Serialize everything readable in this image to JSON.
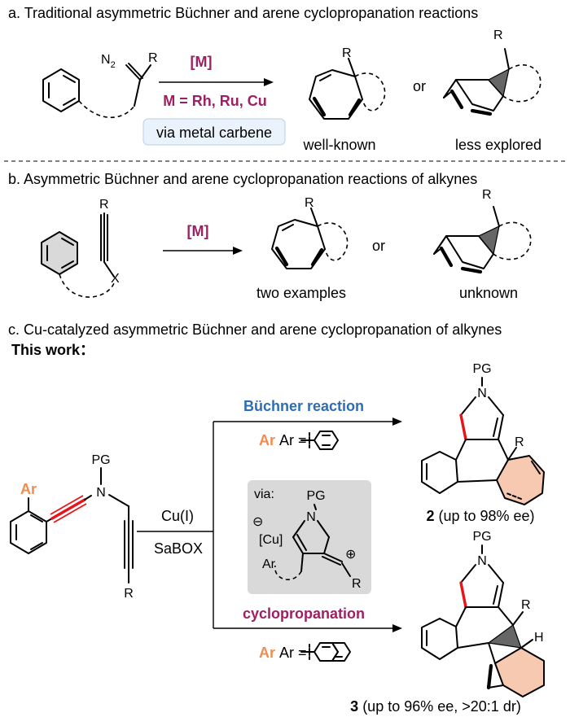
{
  "section_a": {
    "heading": "a. Traditional asymmetric Büchner and arene cyclopropanation reactions",
    "reagent_atom": "N",
    "reagent_sub": "2",
    "r_label": "R",
    "catalyst": "[M]",
    "metals": "M = Rh, Ru, Cu",
    "via_box": "via metal carbene",
    "or": "or",
    "product1_caption": "well-known",
    "product2_caption": "less explored"
  },
  "section_b": {
    "heading": "b. Asymmetric Büchner and arene cyclopropanation reactions of alkynes",
    "r_label": "R",
    "x_label": "X",
    "catalyst": "[M]",
    "or": "or",
    "product1_caption": "two examples",
    "product2_caption": "unknown"
  },
  "section_c": {
    "heading": "c. Cu-catalyzed asymmetric Büchner and arene cyclopropanation of alkynes",
    "this_work": "This work：",
    "ar_label": "Ar",
    "pg_label": "PG",
    "n_label": "N",
    "r_label": "R",
    "catalyst": "Cu(I)",
    "ligand": "SaBOX",
    "buchner_label": "Büchner reaction",
    "cyclo_label": "cyclopropanation",
    "ar_eq": "Ar =",
    "via": "via:",
    "cu": "[Cu]",
    "h_label": "H",
    "product2_num": "2",
    "product2_text": " (up to 98% ee)",
    "product3_num": "3",
    "product3_text": " (up to 96% ee, >20:1 dr)"
  },
  "colors": {
    "maroon": "#9e1f63",
    "blue": "#2e6db5",
    "orange": "#f08c50",
    "red": "#e8141b",
    "salmon_fill": "#f6c9b0",
    "grey_box": "#d9d9d9",
    "via_box": "#eaf2fb"
  }
}
